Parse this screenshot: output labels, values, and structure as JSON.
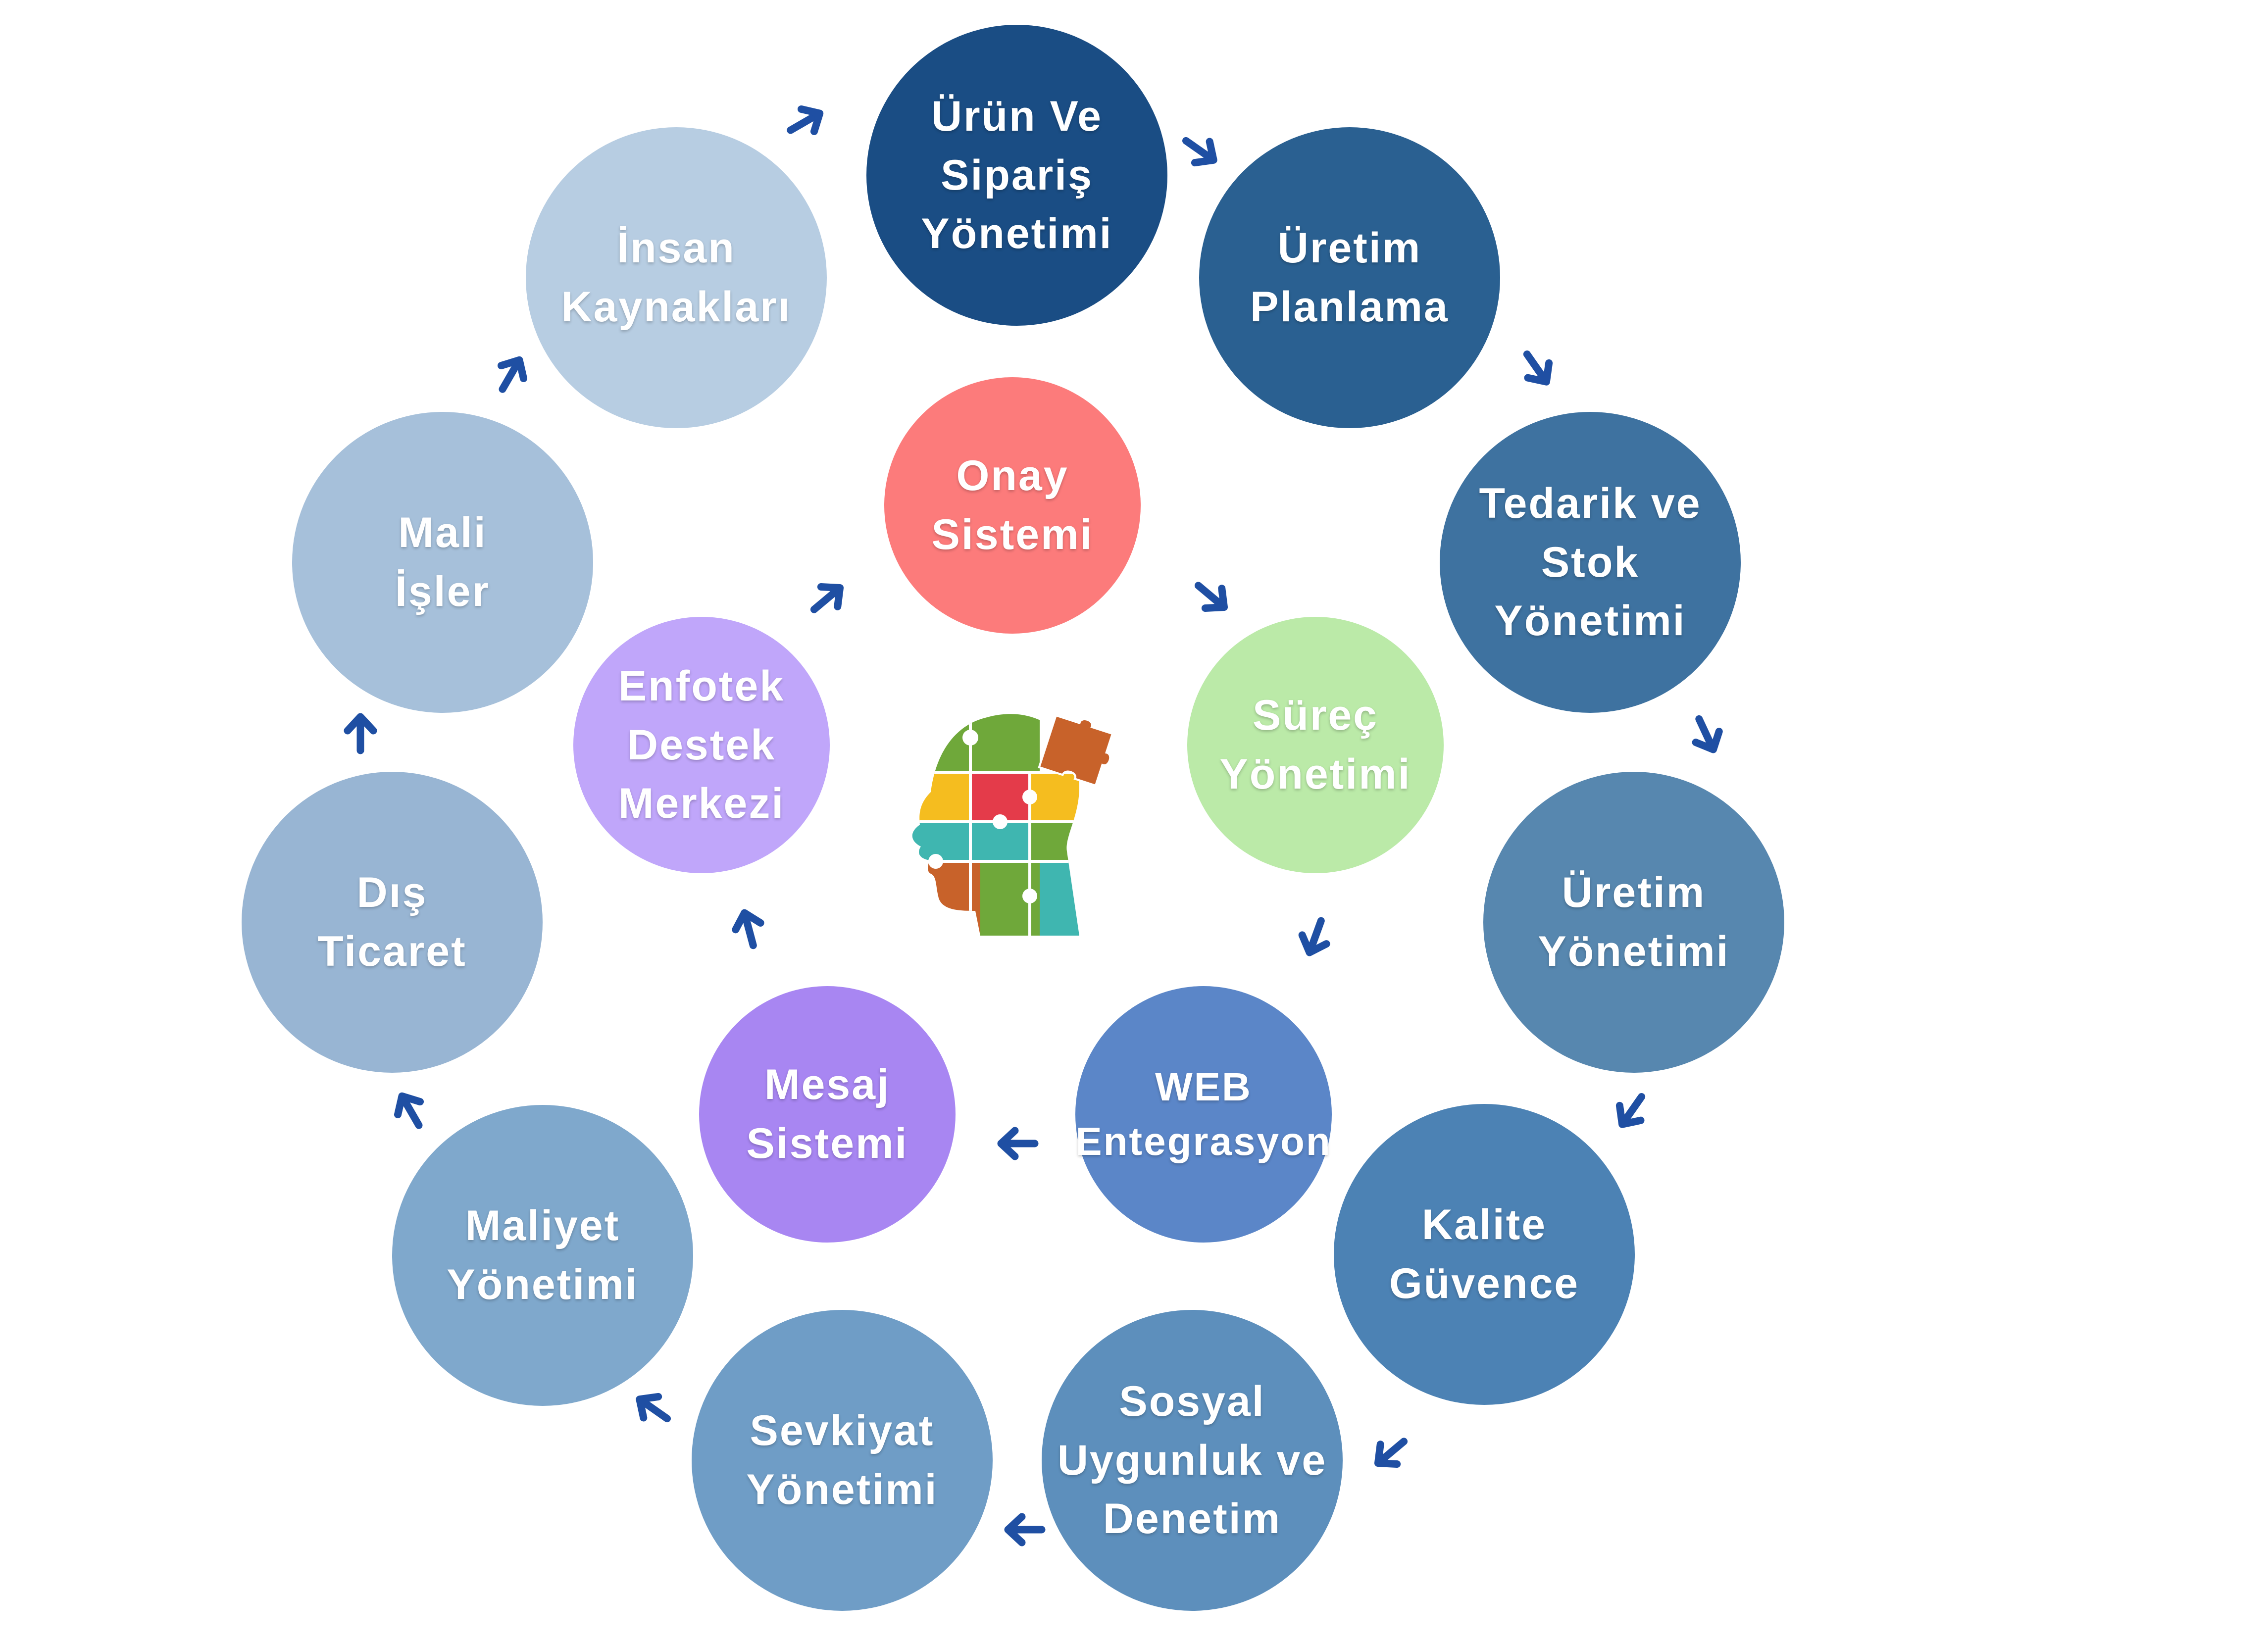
{
  "colors": {
    "arrow": "#1f4fa3",
    "outer_dark": "#1b4f86",
    "outer_light": "#b7cde2"
  },
  "outer_ring": [
    {
      "id": "urun-ve-siparis-yonetimi",
      "label": "Ürün Ve\nSipariş\nYönetimi",
      "color": "#1a4d84"
    },
    {
      "id": "uretim-planlama",
      "label": "Üretim\nPlanlama",
      "color": "#2a6091"
    },
    {
      "id": "tedarik-ve-stok-yonetimi",
      "label": "Tedarik ve\nStok\nYönetimi",
      "color": "#3e72a0"
    },
    {
      "id": "uretim-yonetimi",
      "label": "Üretim\nYönetimi",
      "color": "#5787af"
    },
    {
      "id": "kalite-guvence",
      "label": "Kalite\nGüvence",
      "color": "#4c82b4"
    },
    {
      "id": "sosyal-uygunluk-ve-denetim",
      "label": "Sosyal\nUygunluk ve\nDenetim",
      "color": "#5d8fbc"
    },
    {
      "id": "sevkiyat-yonetimi",
      "label": "Sevkiyat\nYönetimi",
      "color": "#6f9dc6"
    },
    {
      "id": "maliyet-yonetimi",
      "label": "Maliyet\nYönetimi",
      "color": "#7fa8cc"
    },
    {
      "id": "dis-ticaret",
      "label": "Dış\nTicaret",
      "color": "#98b5d3"
    },
    {
      "id": "mali-isler",
      "label": "Mali\nİşler",
      "color": "#a6c0da"
    },
    {
      "id": "insan-kaynaklari",
      "label": "İnsan\nKaynakları",
      "color": "#b7cde2"
    }
  ],
  "inner_ring": [
    {
      "id": "onay-sistemi",
      "label": "Onay\nSistemi",
      "color": "#fc7b7b"
    },
    {
      "id": "surec-yonetimi",
      "label": "Süreç\nYönetimi",
      "color": "#bbeaa8"
    },
    {
      "id": "web-entegrasyon",
      "label": "WEB\nEntegrasyon",
      "color": "#5b86c8"
    },
    {
      "id": "mesaj-sistemi",
      "label": "Mesaj\nSistemi",
      "color": "#a886f2"
    },
    {
      "id": "enfotek-destek-merkezi",
      "label": "Enfotek\nDestek\nMerkezi",
      "color": "#c0a6fa"
    }
  ],
  "center_icon": "puzzle-head-icon",
  "puzzle_colors": [
    "#6fa83a",
    "#f5bd1f",
    "#d94c3a",
    "#3fb6b0",
    "#c8622a",
    "#e43b4a"
  ]
}
